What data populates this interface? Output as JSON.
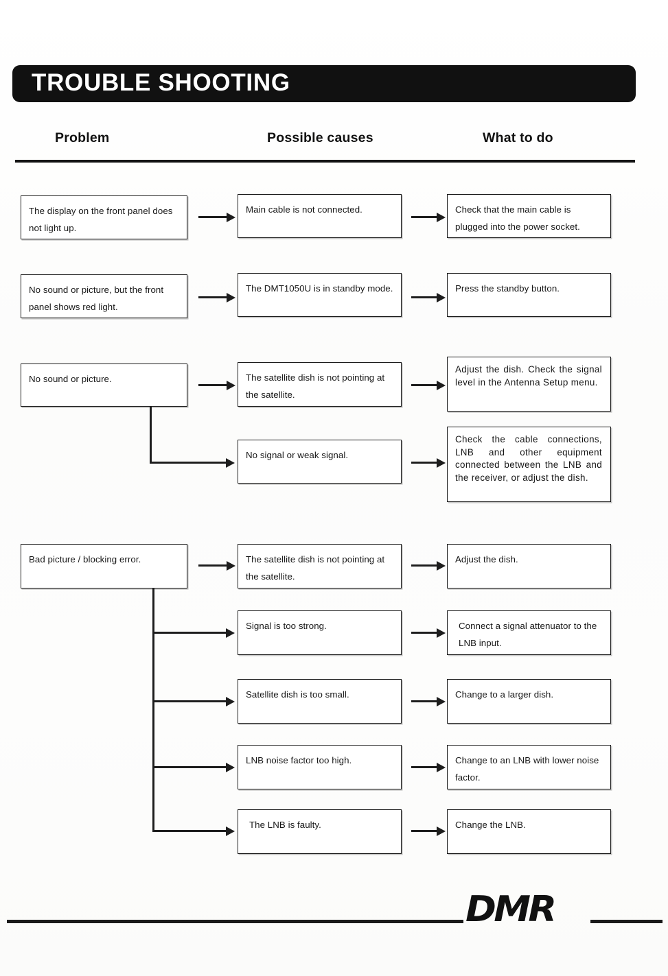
{
  "page": {
    "title": "TROUBLE SHOOTING",
    "brand": "DMR"
  },
  "columns": {
    "problem": "Problem",
    "possible_causes": "Possible causes",
    "what_to_do": "What to do"
  },
  "groups": [
    {
      "problem": "The display on the front panel does not light up.",
      "rows": [
        {
          "cause": "Main cable is not connected.",
          "action": "Check that the main cable is plugged into the power socket."
        }
      ]
    },
    {
      "problem": "No sound or picture, but the front panel shows red light.",
      "rows": [
        {
          "cause": "The DMT1050U is in standby mode.",
          "action": "Press the standby button."
        }
      ]
    },
    {
      "problem": "No sound or picture.",
      "rows": [
        {
          "cause": "The satellite dish is not pointing at the satellite.",
          "action": "Adjust the dish. Check the signal level in the Antenna Setup menu."
        },
        {
          "cause": "No signal or weak signal.",
          "action": "Check the cable connections, LNB and other equipment connected between the LNB and the receiver, or adjust the dish."
        }
      ]
    },
    {
      "problem": "Bad picture / blocking error.",
      "rows": [
        {
          "cause": "The satellite dish is not pointing at the satellite.",
          "action": "Adjust the dish."
        },
        {
          "cause": "Signal is too strong.",
          "action": "Connect a signal attenuator to the LNB input."
        },
        {
          "cause": "Satellite dish is too small.",
          "action": "Change to a larger dish."
        },
        {
          "cause": "LNB noise factor too high.",
          "action": "Change to an LNB with lower noise factor."
        },
        {
          "cause": "The LNB is faulty.",
          "action": "Change the LNB."
        }
      ]
    }
  ],
  "colors": {
    "banner_background": "#111111",
    "banner_text": "#ffffff",
    "ink": "#1b1b1b",
    "paper": "#ffffff"
  }
}
